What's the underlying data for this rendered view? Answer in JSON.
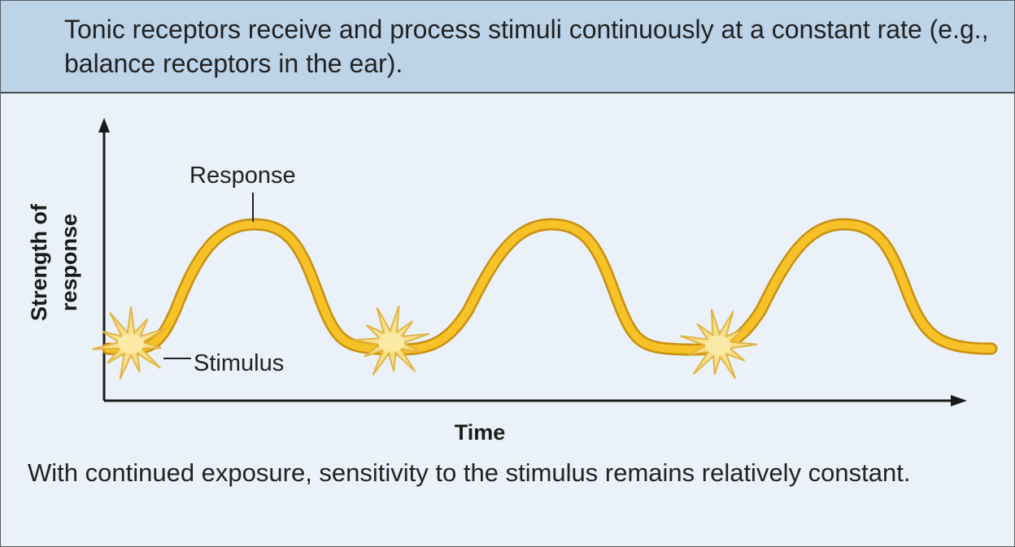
{
  "header": {
    "text": "Tonic receptors receive and process stimuli continuously at a constant rate (e.g., balance receptors in the ear)."
  },
  "diagram": {
    "y_axis_label_line1": "Strength of",
    "y_axis_label_line2": "response",
    "x_axis_label": "Time",
    "response_label": "Response",
    "stimulus_label": "Stimulus",
    "curve_color": "#f7c128",
    "curve_outline_color": "#c89010",
    "stimulus_star_color": "#f9e08a",
    "stimulus_star_outline": "#e2b23a"
  },
  "caption": {
    "text": "With continued exposure, sensitivity to the stimulus remains relatively constant."
  }
}
